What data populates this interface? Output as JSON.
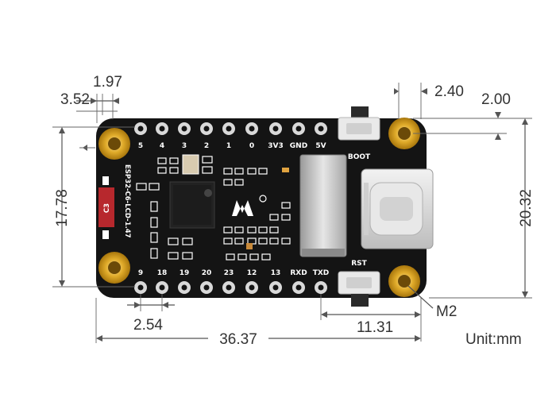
{
  "dimensions": {
    "left_offset_a": "3.52",
    "left_offset_b": "1.97",
    "hole_offset_top": "2.40",
    "hole_offset_right": "2.00",
    "hole_spacing_vertical": "17.78",
    "board_height": "20.32",
    "pin_pitch": "2.54",
    "connector_offset": "11.31",
    "board_width": "36.37"
  },
  "labels": {
    "mount_hole": "M2",
    "unit": "Unit:mm",
    "board_name": "ESP32-C6-LCD-1.47",
    "boot_button": "BOOT",
    "reset_button": "RST",
    "component_c3": "C3"
  },
  "top_pins": [
    "5",
    "4",
    "3",
    "2",
    "1",
    "0",
    "3V3",
    "GND",
    "5V"
  ],
  "bottom_pins": [
    "9",
    "18",
    "19",
    "20",
    "23",
    "12",
    "13",
    "RXD",
    "TXD"
  ],
  "colors": {
    "pcb": "#141414",
    "gold": "#d4a017",
    "dimension_line": "#555555"
  },
  "icons": {
    "logo": "waveshare-logo-icon",
    "usb": "usb-c-connector-icon"
  }
}
